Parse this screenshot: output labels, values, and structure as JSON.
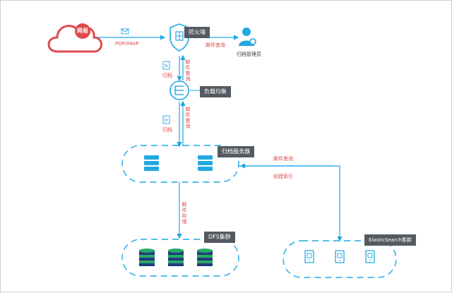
{
  "colors": {
    "line": "#1aa8e6",
    "icon": "#21a9e1",
    "red": "#e0484b",
    "tag": "#555a60",
    "db_top": "#2aa86a",
    "db_body": "#1f3c7a"
  },
  "cloud": {
    "label": "网易",
    "icon": "cloud-icon"
  },
  "edges": {
    "pop_imap": "POP/IMAP",
    "mail_query_top": "邮件查询",
    "archive_1": "归档",
    "mail_query_v1": "邮件查询",
    "archive_2": "归档",
    "mail_query_v2": "邮件查询",
    "mail_storage": "邮件存储",
    "mail_query_es": "邮件查询",
    "create_index": "创建索引"
  },
  "nodes": {
    "firewall": "防火墙",
    "admin": "归档管理员",
    "load_balancer": "负载均衡",
    "archive_server": "归档服务器",
    "dfs_cluster": "DFS集群",
    "es_cluster": "ElasticSearch集群"
  }
}
